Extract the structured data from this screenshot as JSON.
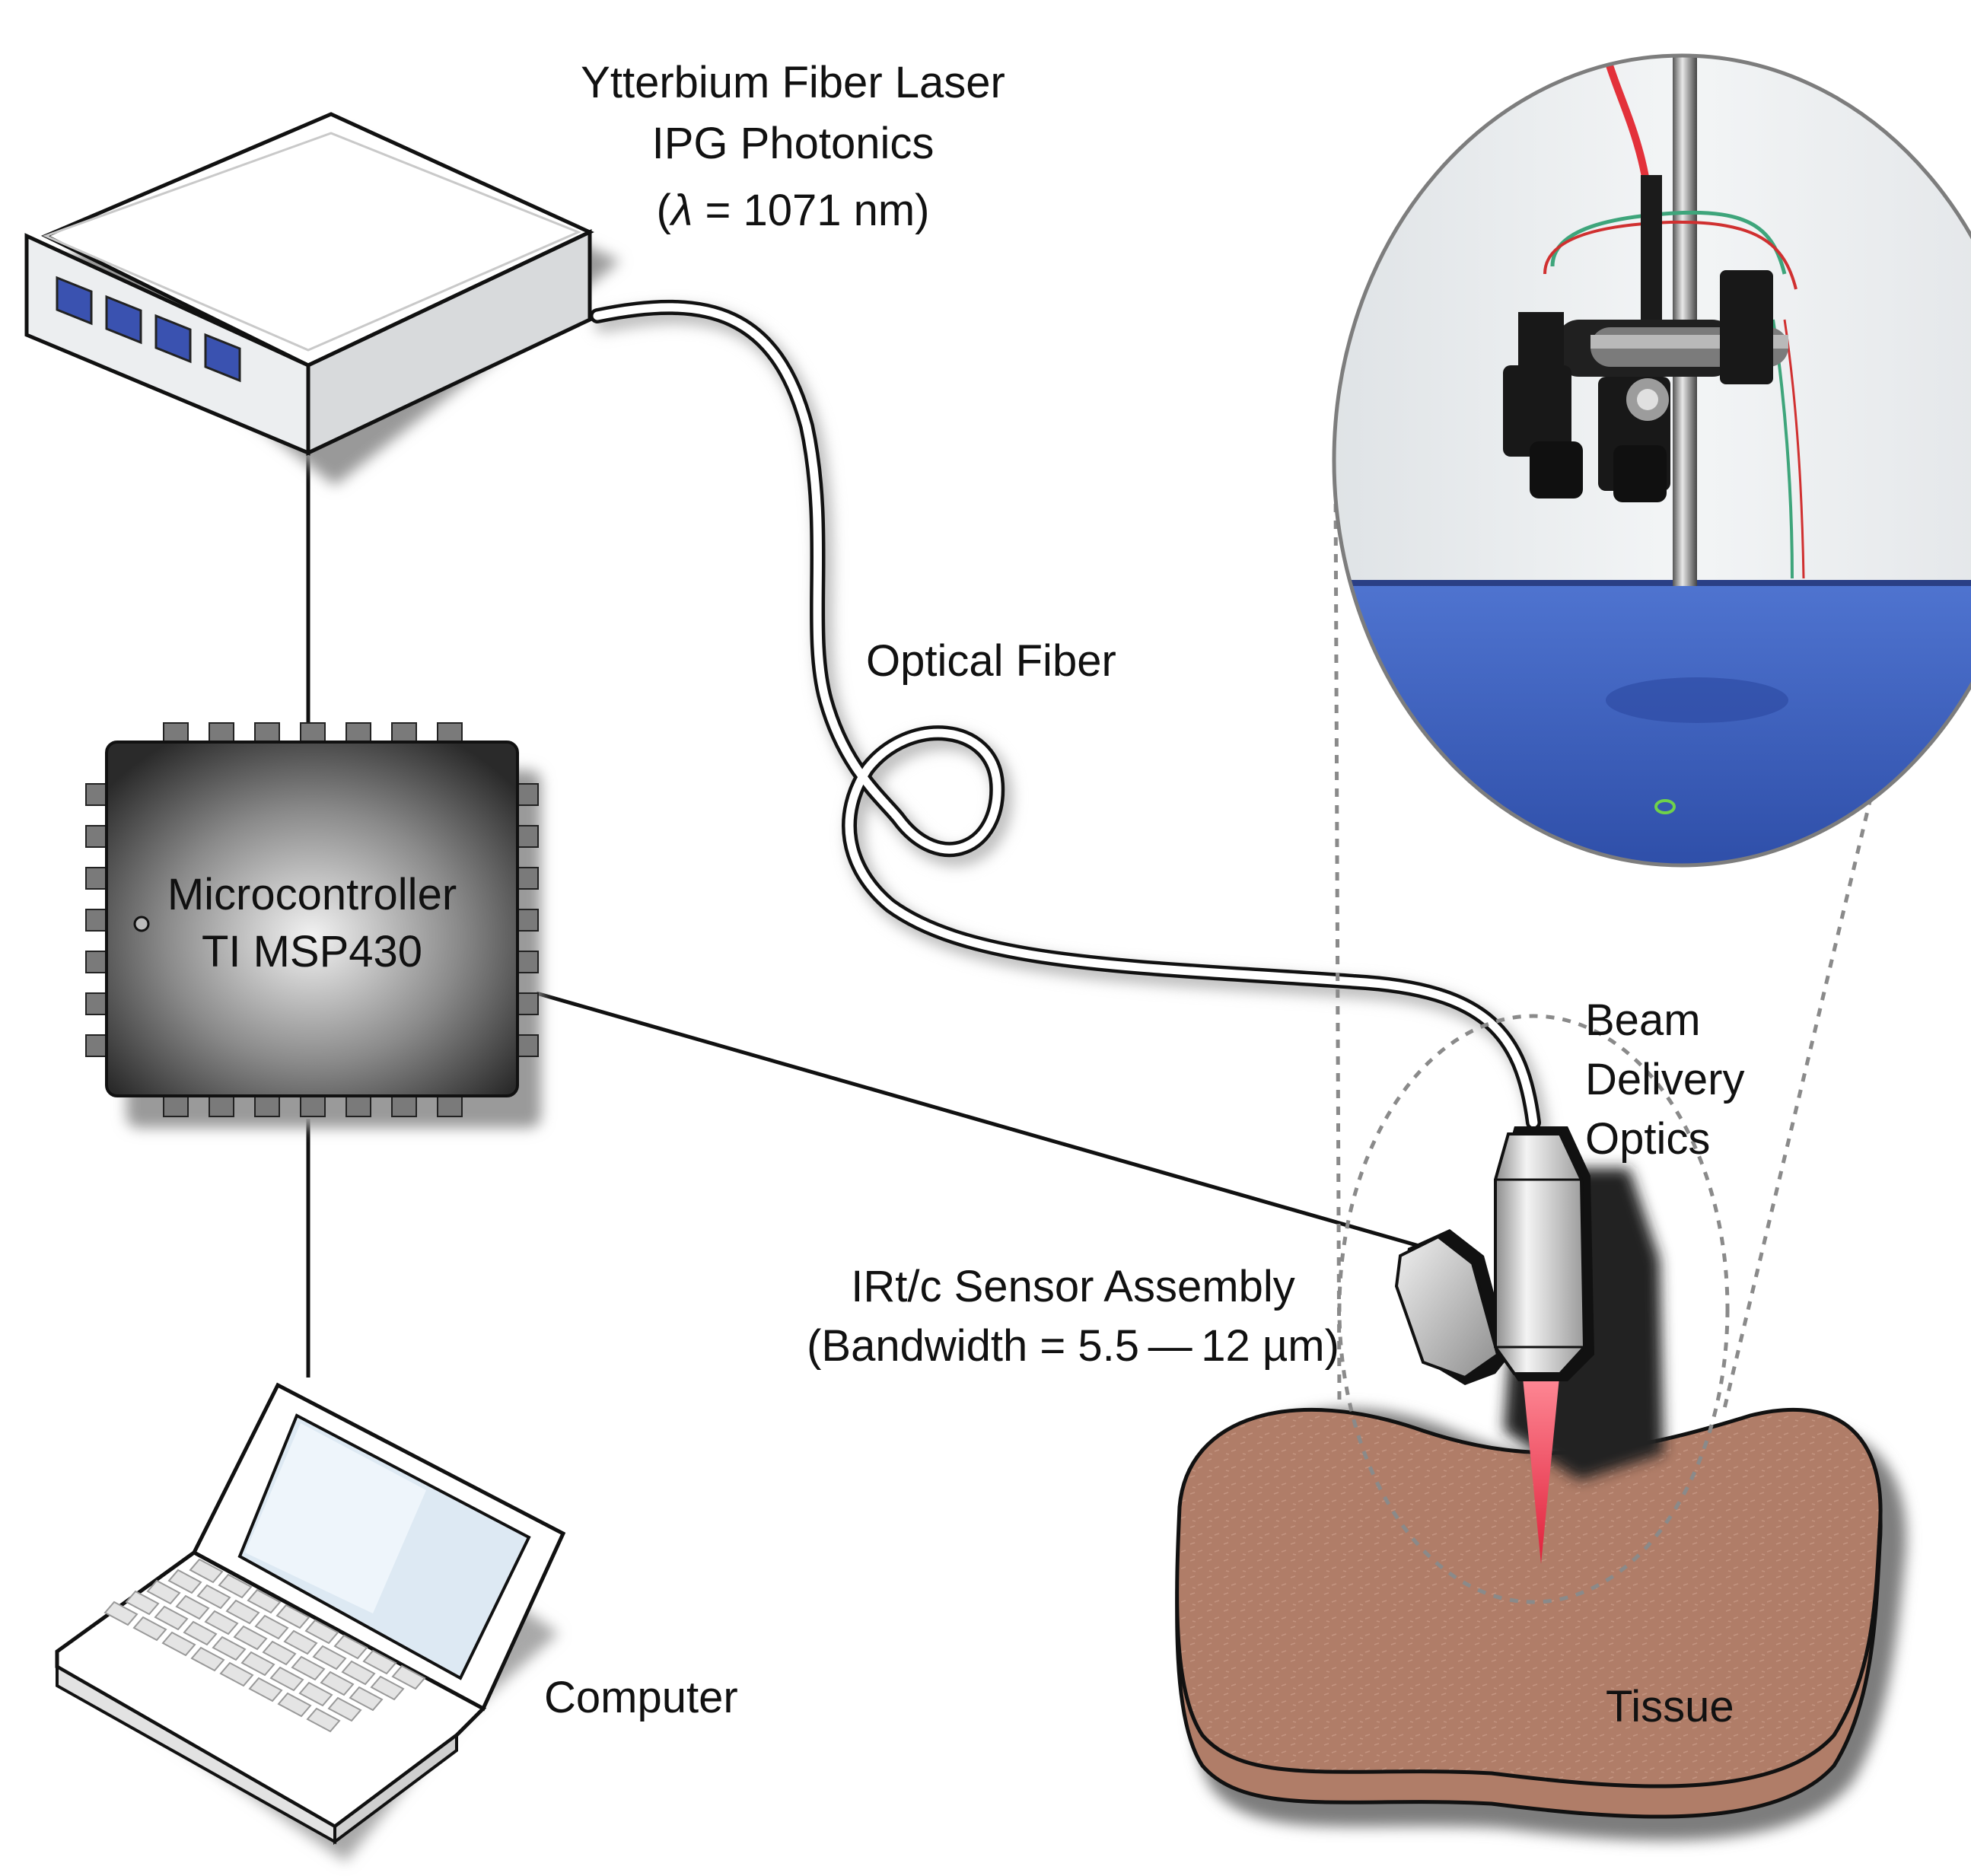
{
  "laser": {
    "line1": "Ytterbium Fiber Laser",
    "line2": "IPG Photonics",
    "line3_open": "(",
    "line3_lambda": "λ",
    "line3_rest": " = 1071 nm)"
  },
  "fiber": {
    "label": "Optical Fiber"
  },
  "microcontroller": {
    "line1": "Microcontroller",
    "line2": "TI MSP430"
  },
  "computer": {
    "label": "Computer"
  },
  "optics": {
    "line1": "Beam",
    "line2": "Delivery",
    "line3": "Optics"
  },
  "sensor": {
    "line1": "IRt/c Sensor Assembly",
    "line2": "(Bandwidth = 5.5 — 12 µm)"
  },
  "tissue": {
    "label": "Tissue"
  },
  "colors": {
    "tissue": "#b07d68",
    "laser_beam": "#e0203a",
    "panel_blue": "#3458b8",
    "led_blue": "#3a52b0",
    "chip_dark": "#2e2e2e"
  },
  "icons": [
    "laser-box-icon",
    "chip-icon",
    "laptop-icon",
    "beam-optics-icon",
    "sensor-icon",
    "photo-inset"
  ]
}
